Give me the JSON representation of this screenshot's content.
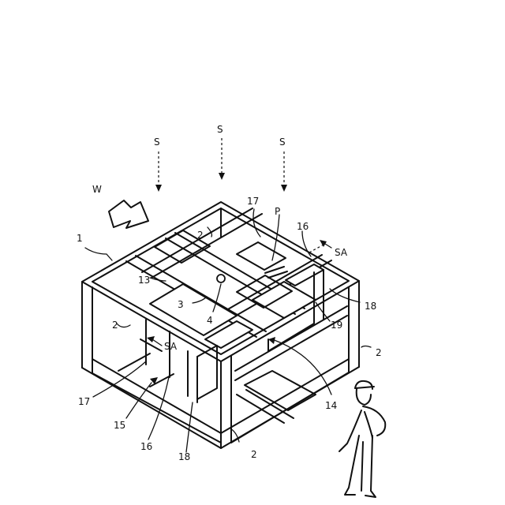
{
  "labels": {
    "s1": "S",
    "s2": "S",
    "s3": "S",
    "w": "W",
    "n1": "1",
    "n2_top": "2",
    "n2_left": "2",
    "n2_right": "2",
    "n2_bottom": "2",
    "n3": "3",
    "n4": "4",
    "n13": "13",
    "n14": "14",
    "n15": "15",
    "n16_top": "16",
    "n16_bottom": "16",
    "n17_top": "17",
    "n17_left": "17",
    "n18_right": "18",
    "n18_bottom": "18",
    "n19": "19",
    "p": "P",
    "sa_top": "SA",
    "sa_left": "SA"
  }
}
